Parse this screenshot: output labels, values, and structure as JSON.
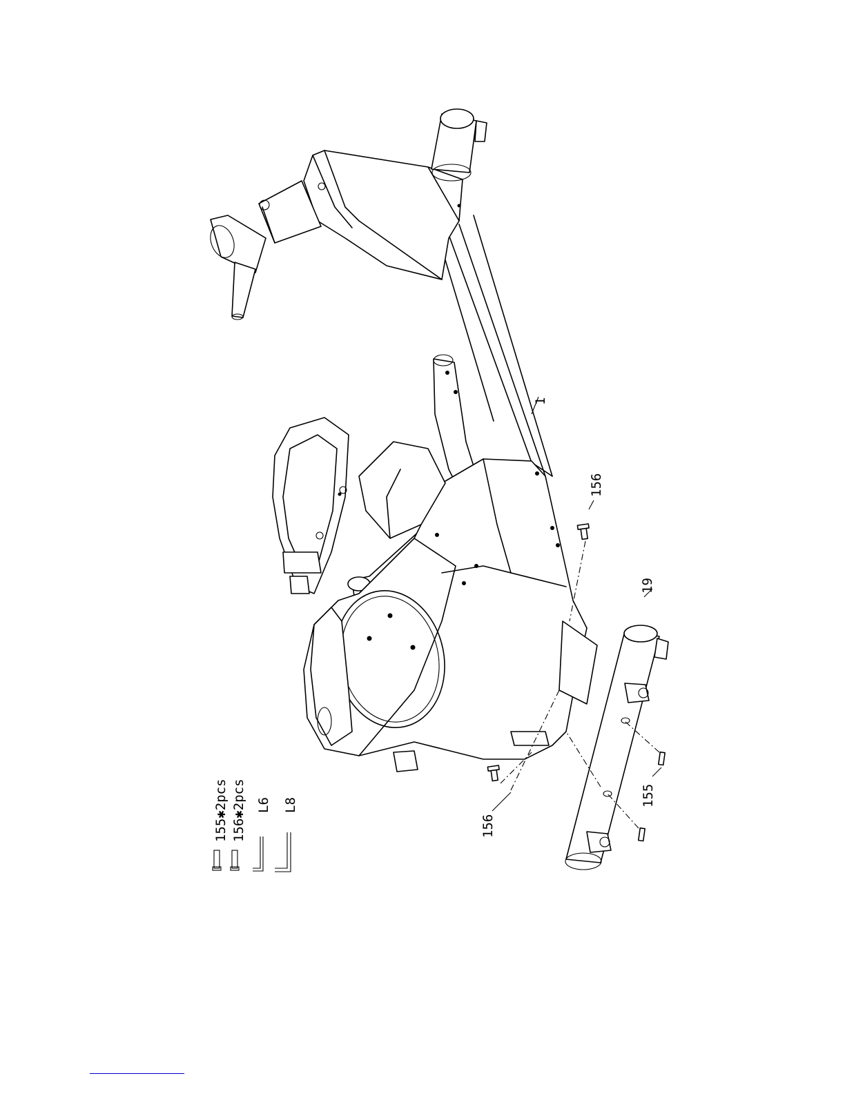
{
  "hardware_list": {
    "items": [
      {
        "text": "155✱2pcs",
        "icon": "bolt-icon"
      },
      {
        "text": "156✱2pcs",
        "icon": "bolt-icon"
      }
    ],
    "tools": [
      {
        "text": "L6",
        "icon": "allen-key-icon"
      },
      {
        "text": "L8",
        "icon": "allen-key-icon"
      }
    ]
  },
  "callouts": {
    "frame": "1",
    "stabilizer": "19",
    "bolt_156_right": "156",
    "bolt_156_left": "156",
    "bolt_155": "155"
  }
}
